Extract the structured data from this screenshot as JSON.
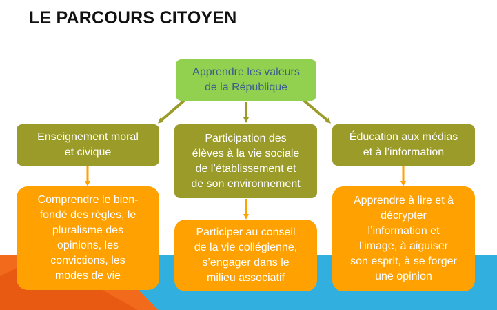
{
  "title": "LE PARCOURS CITOYEN",
  "colors": {
    "top_box": "#92d050",
    "olive_box": "#9b9b29",
    "orange_box": "#ffa100",
    "arrow": "#9b9b29",
    "arrow_down": "#ffa100",
    "band_blue": "#31b0e0",
    "band_orange": "#f26b1d"
  },
  "diagram": {
    "root": "Apprendre les valeurs\nde la République",
    "branches": [
      {
        "heading": "Enseignement moral\net civique",
        "detail": "Comprendre le bien-\nfondé des règles, le\npluralisme des\nopinions, les\nconvictions, les\nmodes de vie"
      },
      {
        "heading": "Participation des\nélèves à la vie sociale\nde l’établissement et\nde son environnement",
        "detail": "Participer au conseil\nde la vie collégienne,\ns’engager dans le\nmilieu associatif"
      },
      {
        "heading": "Éducation aux médias\net à l’information",
        "detail": "Apprendre à lire et à\ndécrypter\nl’information et\nl’image, à aiguiser\nson esprit, à se forger\nune opinion"
      }
    ]
  }
}
